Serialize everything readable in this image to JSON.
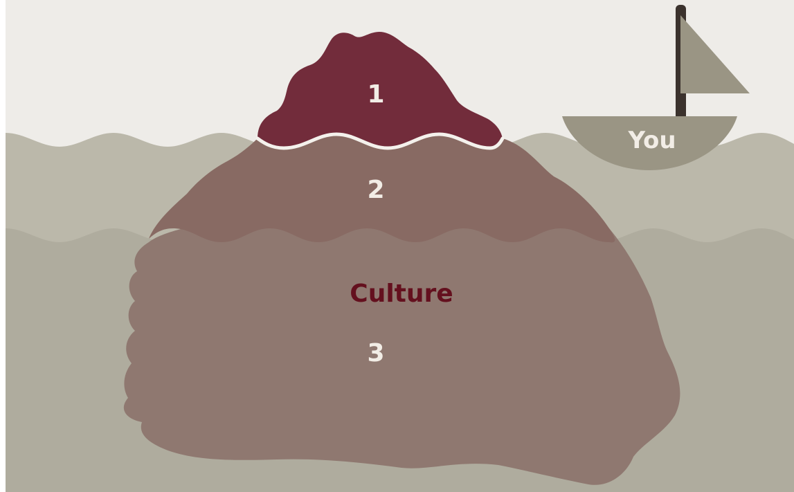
{
  "labels": {
    "tip": "1",
    "middle": "2",
    "culture": "Culture",
    "base": "3",
    "boat": "You"
  },
  "colors": {
    "sky": "#eeece8",
    "water_shallow": "#bbb8aa",
    "water_deep": "#afac9e",
    "tip": "#722c3b",
    "middle": "#886a63",
    "base": "#8f7870",
    "boat": "#9a9584",
    "mast": "#3b322d",
    "label_light": "#f2ede6",
    "label_culture": "#64101e"
  }
}
